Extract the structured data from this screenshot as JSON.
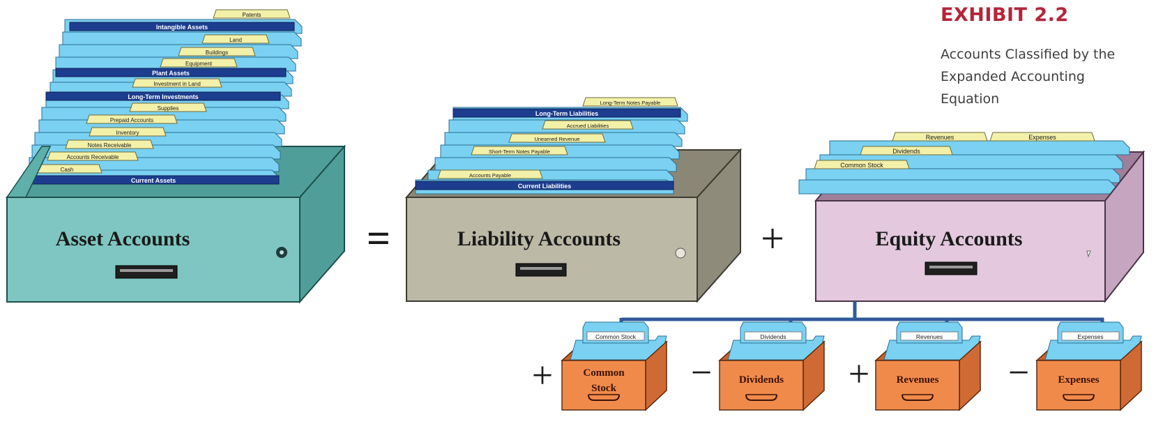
{
  "exhibit_label": "EXHIBIT 2.2",
  "caption_lines": [
    "Accounts Classified by the",
    "Expanded Accounting",
    "Equation"
  ],
  "operators": {
    "equals": "=",
    "plus_main": "+",
    "plus_common_stock": "+",
    "minus_dividends": "−",
    "plus_revenues": "+",
    "minus_expenses": "−"
  },
  "colors": {
    "asset_cabinet": "#7fc6c2",
    "liability_cabinet": "#bcb9a7",
    "equity_cabinet": "#e3c8de",
    "sub_cabinet": "#f08a4b",
    "folder_blue": "#7ad1f2",
    "folder_dark": "#1d3d8f",
    "tab_yellow": "#f3f0a9",
    "connector": "#2f5a9a"
  },
  "cabinets": {
    "asset": {
      "label": "Asset Accounts",
      "dark_tabs": [
        "Intangible Assets",
        "Plant Assets",
        "Long-Term Investments",
        "Current Assets"
      ],
      "yellow_tabs": [
        "Patents",
        "Land",
        "Buildings",
        "Equipment",
        "Investment in Land",
        "Supplies",
        "Prepaid Accounts",
        "Inventory",
        "Notes Receivable",
        "Accounts Receivable",
        "Cash"
      ]
    },
    "liability": {
      "label": "Liability Accounts",
      "dark_tabs": [
        "Long-Term Liabilities",
        "Current Liabilities"
      ],
      "yellow_tabs": [
        "Long-Term Notes Payable",
        "Accrued Liabilities",
        "Unearned Revenue",
        "Short-Term Notes Payable",
        "Accounts Payable"
      ]
    },
    "equity": {
      "label": "Equity Accounts",
      "yellow_tabs": [
        "Revenues",
        "Expenses",
        "Dividends",
        "Common Stock"
      ]
    }
  },
  "sub_drawers": [
    {
      "label_lines": [
        "Common",
        "Stock"
      ],
      "folder_tab": "Common Stock"
    },
    {
      "label_lines": [
        "Dividends"
      ],
      "folder_tab": "Dividends"
    },
    {
      "label_lines": [
        "Revenues"
      ],
      "folder_tab": "Revenues"
    },
    {
      "label_lines": [
        "Expenses"
      ],
      "folder_tab": "Expenses"
    }
  ]
}
